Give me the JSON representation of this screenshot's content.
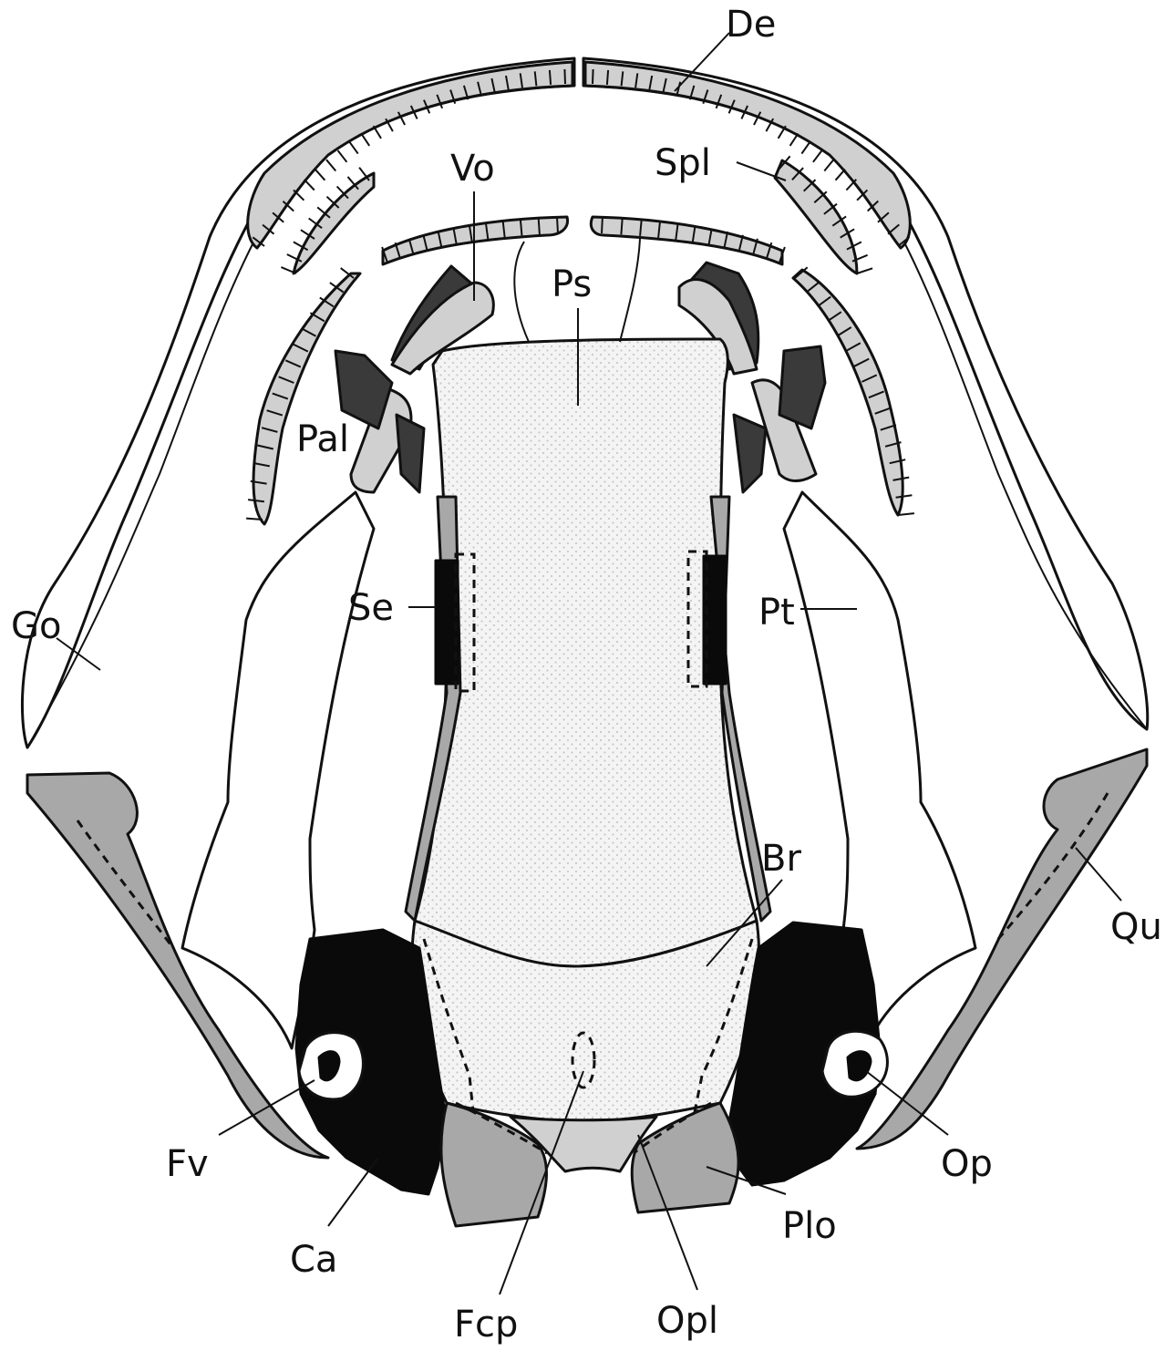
{
  "figure": {
    "labels": {
      "de": "De",
      "spl": "Spl",
      "vo": "Vo",
      "ps": "Ps",
      "pal": "Pal",
      "se": "Se",
      "pt": "Pt",
      "go": "Go",
      "br": "Br",
      "qu": "Qu",
      "fv": "Fv",
      "op": "Op",
      "ca": "Ca",
      "plo": "Plo",
      "fcp": "Fcp",
      "opl": "Opl"
    }
  },
  "colors": {
    "line": "#111111",
    "bone_light": "#d0d0d0",
    "bone_grey": "#a8a8a8",
    "cartilage_dark": "#3a3a3a",
    "black": "#0a0a0a"
  }
}
